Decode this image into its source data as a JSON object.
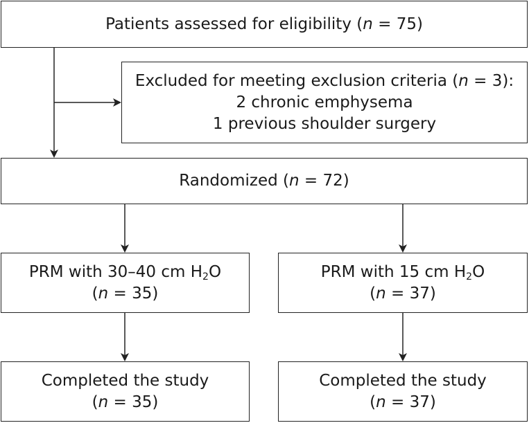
{
  "flowchart": {
    "assessed": {
      "label": "Patients assessed for eligibility (",
      "n_var": "n",
      "n_value": " = 75)"
    },
    "excluded": {
      "label": "Excluded for meeting exclusion criteria (",
      "n_var": "n",
      "n_value": " = 3):",
      "reason_1": "2 chronic emphysema",
      "reason_2": "1 previous shoulder surgery"
    },
    "randomized": {
      "label": "Randomized (",
      "n_var": "n",
      "n_value": " = 72)"
    },
    "group_a": {
      "label_prefix": "PRM with 30–40 cm H",
      "label_sub": "2",
      "label_suffix": "O",
      "n_open": "(",
      "n_var": "n",
      "n_value": " = 35)"
    },
    "group_b": {
      "label_prefix": "PRM with 15 cm H",
      "label_sub": "2",
      "label_suffix": "O",
      "n_open": "(",
      "n_var": "n",
      "n_value": " = 37)"
    },
    "completed_a": {
      "label": "Completed the study",
      "n_open": "(",
      "n_var": "n",
      "n_value": " = 35)"
    },
    "completed_b": {
      "label": "Completed the study",
      "n_open": "(",
      "n_var": "n",
      "n_value": " = 37)"
    }
  }
}
